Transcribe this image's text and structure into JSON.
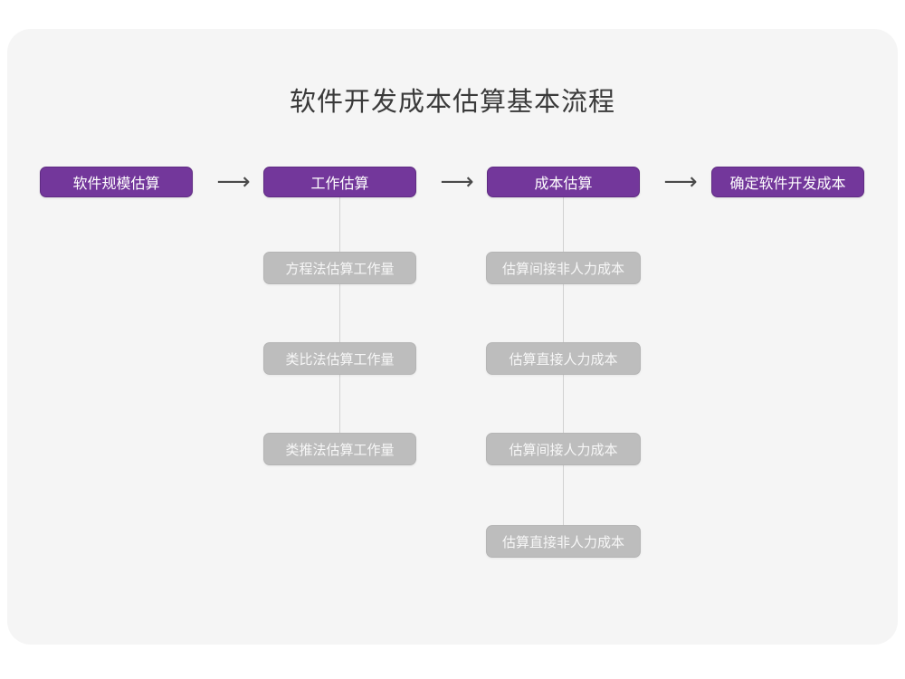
{
  "diagram": {
    "title": "软件开发成本估算基本流程",
    "type": "flowchart",
    "colors": {
      "page_background": "#ffffff",
      "card_background": "#f5f5f5",
      "primary_node_fill": "#73379b",
      "primary_node_border": "#5f2b82",
      "primary_node_text": "#ffffff",
      "secondary_node_fill": "#bdbdbd",
      "secondary_node_text": "#f7f7f7",
      "connector_line": "#d2d2d2",
      "arrow": "#4a4a4a",
      "title_text": "#3a3a3a"
    },
    "main_flow": [
      {
        "id": "step-1",
        "label": "软件规模估算"
      },
      {
        "id": "step-2",
        "label": "工作估算"
      },
      {
        "id": "step-3",
        "label": "成本估算"
      },
      {
        "id": "step-4",
        "label": "确定软件开发成本"
      }
    ],
    "arrows": [
      {
        "id": "arrow-1",
        "glyph": "⟶",
        "from": "step-1",
        "to": "step-2"
      },
      {
        "id": "arrow-2",
        "glyph": "⟶",
        "from": "step-2",
        "to": "step-3"
      },
      {
        "id": "arrow-3",
        "glyph": "⟶",
        "from": "step-3",
        "to": "step-4"
      }
    ],
    "branches": [
      {
        "parent": "step-2",
        "parent_label": "工作估算",
        "items": [
          {
            "id": "work-1",
            "label": "方程法估算工作量"
          },
          {
            "id": "work-2",
            "label": "类比法估算工作量"
          },
          {
            "id": "work-3",
            "label": "类推法估算工作量"
          }
        ]
      },
      {
        "parent": "step-3",
        "parent_label": "成本估算",
        "items": [
          {
            "id": "cost-1",
            "label": "估算间接非人力成本"
          },
          {
            "id": "cost-2",
            "label": "估算直接人力成本"
          },
          {
            "id": "cost-3",
            "label": "估算间接人力成本"
          },
          {
            "id": "cost-4",
            "label": "估算直接非人力成本"
          }
        ]
      }
    ]
  }
}
